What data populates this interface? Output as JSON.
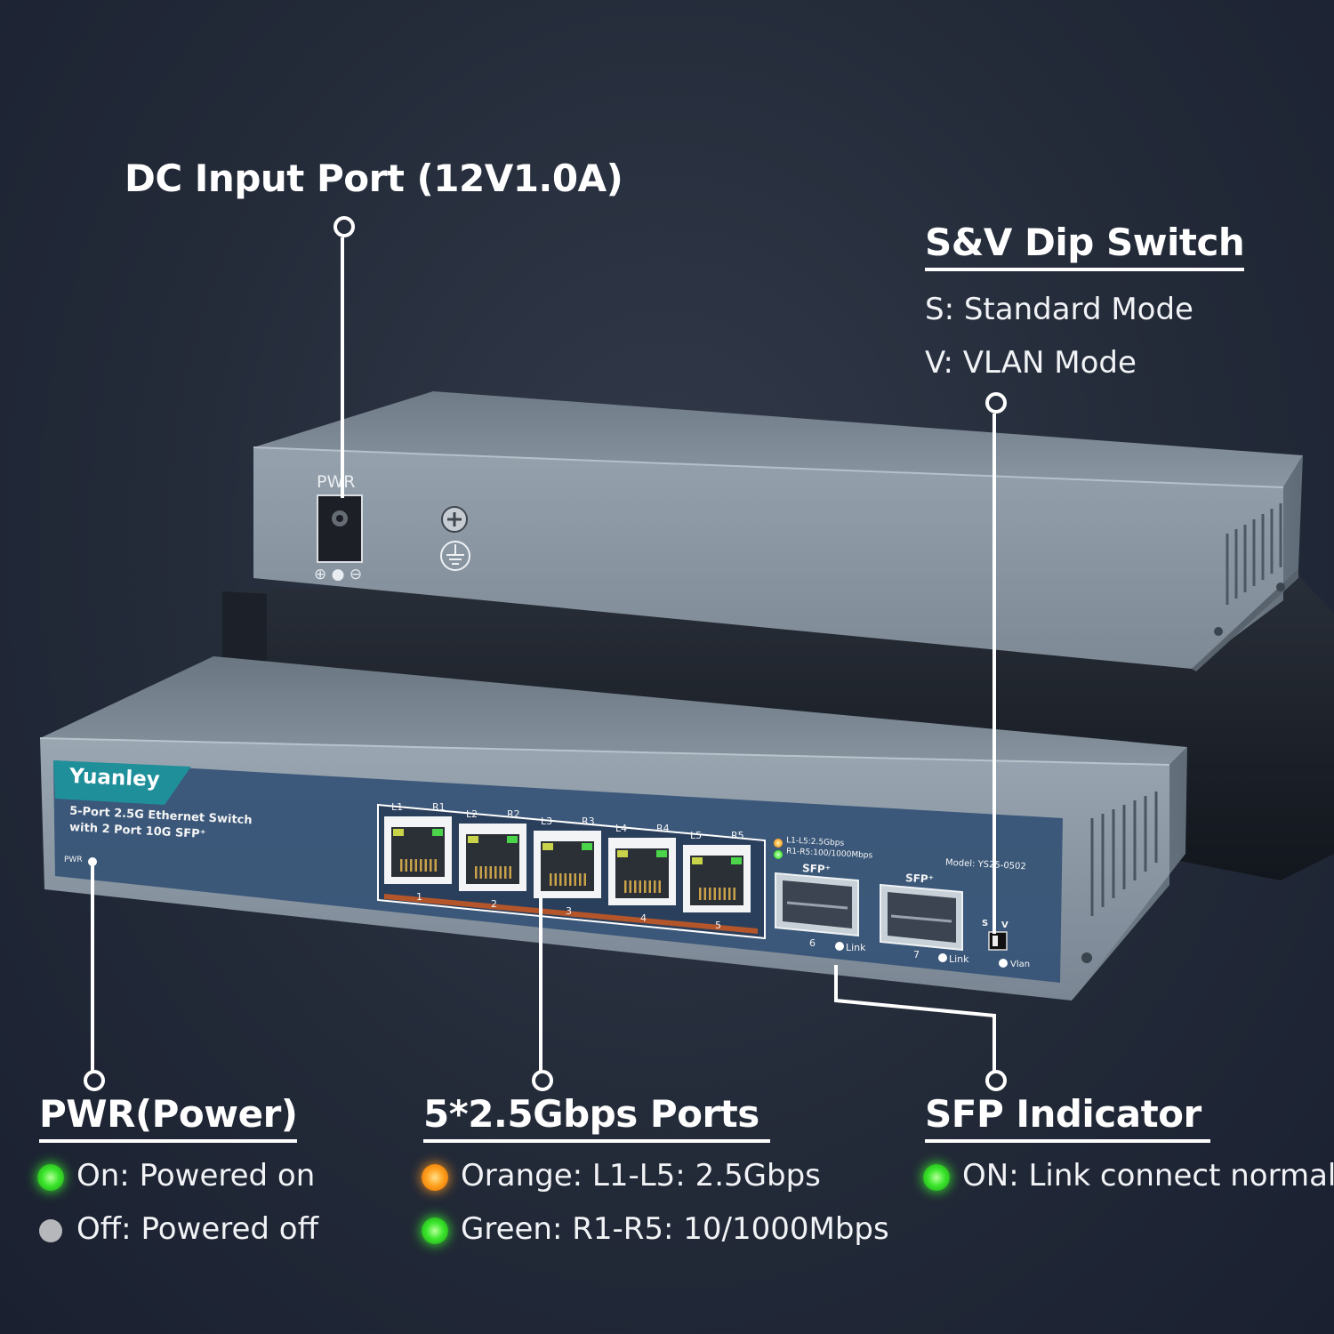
{
  "dc_input": {
    "title": "DC Input Port (12V1.0A)"
  },
  "dip": {
    "title": "S&V Dip Switch",
    "line1": "S: Standard Mode",
    "line2": "V: VLAN Mode"
  },
  "pwr": {
    "title": "PWR(Power)",
    "on": "On: Powered on",
    "off": "Off: Powered off"
  },
  "ports": {
    "title": "5*2.5Gbps Ports",
    "orange": "Orange: L1-L5: 2.5Gbps",
    "green": "Green: R1-R5: 10/1000Mbps"
  },
  "sfp": {
    "title": "SFP Indicator",
    "on": "ON: Link connect normal"
  },
  "rear": {
    "pwr_label": "PWR",
    "polarity": "⊕ ● ⊖"
  },
  "front": {
    "brand": "Yuanley",
    "desc1": "5-Port 2.5G Ethernet Switch",
    "desc2": "with 2 Port 10G SFP⁺",
    "pwr_label": "PWR",
    "model": "Model: YS25-0502",
    "led_legend1": "L1-L5:2.5Gbps",
    "led_legend2": "R1-R5:100/1000Mbps",
    "port_leds": [
      "L1",
      "R1",
      "L2",
      "R2",
      "L3",
      "R3",
      "L4",
      "R4",
      "L5",
      "R5"
    ],
    "port_numbers": [
      "1",
      "2",
      "3",
      "4",
      "5"
    ],
    "sfp_label": "SFP⁺",
    "sfp_ports": [
      {
        "num": "6",
        "link": "Link"
      },
      {
        "num": "7",
        "link": "Link"
      }
    ],
    "switch_s": "S",
    "switch_v": "V",
    "vlan": "Vlan"
  },
  "colors": {
    "led_green": "#3be62c",
    "led_orange": "#ffa21f",
    "panel_blue": "#2f4a6e",
    "chassis": "#8a98a6"
  }
}
